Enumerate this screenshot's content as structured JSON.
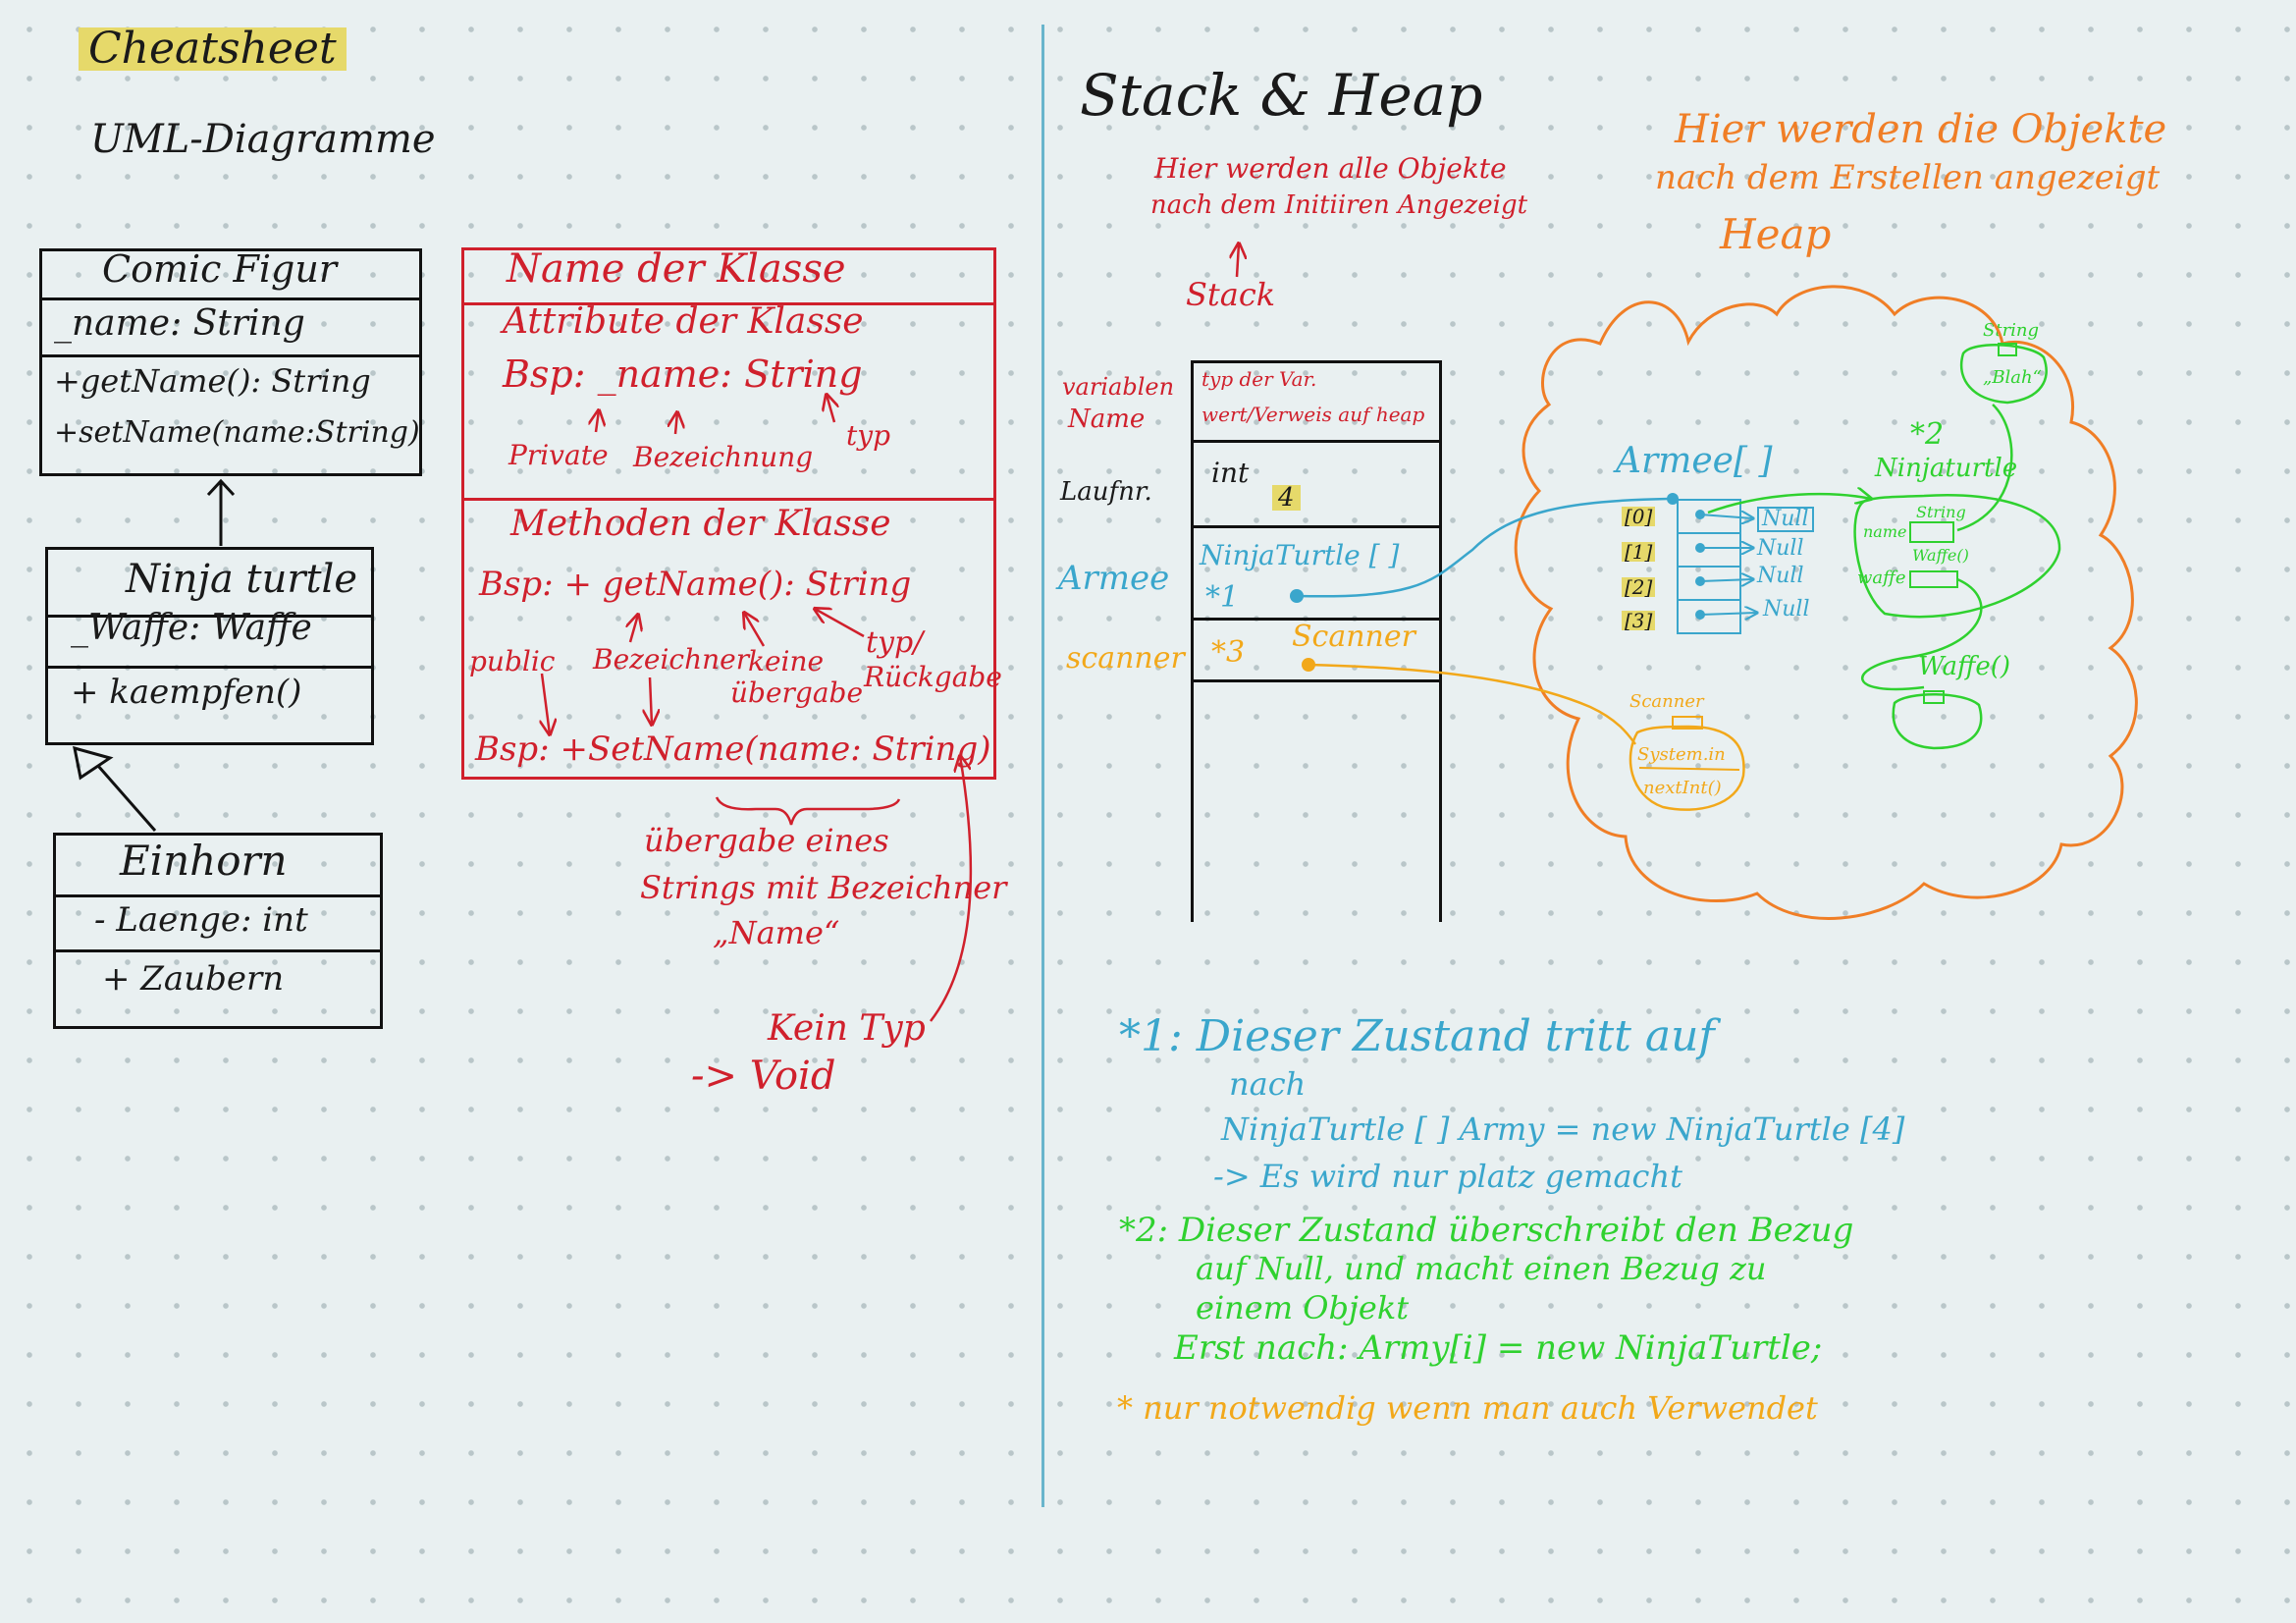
{
  "title": "Cheatsheet",
  "colors": {
    "ink": "#1a1a1a",
    "red": "#d0202c",
    "blue": "#3aa6cc",
    "orange": "#f07e26",
    "green": "#2fd12f",
    "yellow": "#f2a81a",
    "highlight": "#e6d96a"
  },
  "uml": {
    "heading": "UML-Diagramme",
    "comicfigur": {
      "name": "Comic Figur",
      "attr": "_name: String",
      "m1": "+getName(): String",
      "m2": "+setName(name:String)"
    },
    "ninjaturtle": {
      "name": "Ninja turtle",
      "attr": "_Waffe: Waffe",
      "m1": "+ kaempfen()"
    },
    "einhorn": {
      "name": "Einhorn",
      "attr": "- Laenge: int",
      "m1": "+ Zaubern"
    }
  },
  "legend": {
    "class_name": "Name der Klasse",
    "attributes": "Attribute der Klasse",
    "attr_example": "Bsp: _name: String",
    "private": "Private",
    "bezeichnung": "Bezeichnung",
    "typ": "typ",
    "methods": "Methoden der Klasse",
    "method_example": "Bsp: + getName(): String",
    "public": "public",
    "bezeichner": "Bezeichner",
    "keine": "keine",
    "uebergabe": "übergabe",
    "typ_slash": "typ/",
    "rueckgabe": "Rückgabe",
    "method_example2": "Bsp: +SetName(name: String)",
    "note1": "übergabe eines",
    "note2": "Strings mit Bezeichner",
    "note3": "„Name“",
    "kein_typ": "Kein Typ",
    "void": "-> Void"
  },
  "stack": {
    "title": "Stack & Heap",
    "desc1": "Hier werden alle Objekte",
    "desc2": "nach dem Initiiren Angezeigt",
    "label": "Stack",
    "col_var1": "variablen",
    "col_var2": "Name",
    "col_h1": "typ der Var.",
    "col_h2": "wert/Verweis auf heap",
    "laufnr": "Laufnr.",
    "int": "int",
    "four": "4",
    "armee": "Armee",
    "nt_array": "NinjaTurtle [ ]",
    "star1": "*1",
    "scanner": "scanner",
    "star3": "*3",
    "scanner_type": "Scanner"
  },
  "heap": {
    "desc1": "Hier werden die Objekte",
    "desc2": "nach dem Erstellen angezeigt",
    "label": "Heap",
    "armee_arr": "Armee[ ]",
    "idx": [
      "[0]",
      "[1]",
      "[2]",
      "[3]"
    ],
    "nulls": [
      "Null",
      "Null",
      "Null",
      "Null"
    ],
    "string_obj": "String",
    "blah": "„Blah“",
    "star2": "*2",
    "ninjaturtle": "Ninjaturtle",
    "name": "name",
    "string_small": "String",
    "waffe": "waffe",
    "waffe_small": "Waffe()",
    "waffe_obj": "Waffe()",
    "scanner_obj": "Scanner",
    "system_in": "System.in",
    "next_int": "nextInt()"
  },
  "notes": {
    "n1a": "*1: Dieser Zustand tritt auf",
    "n1b": "nach",
    "n1c": "NinjaTurtle [ ] Army = new NinjaTurtle [4]",
    "n1d": "-> Es wird nur platz gemacht",
    "n2a": "*2: Dieser Zustand überschreibt den Bezug",
    "n2b": "auf Null, und macht einen Bezug zu",
    "n2c": "einem Objekt",
    "n2d": "Erst nach: Army[i] = new NinjaTurtle;",
    "n3": "* nur notwendig wenn man auch Verwendet"
  }
}
